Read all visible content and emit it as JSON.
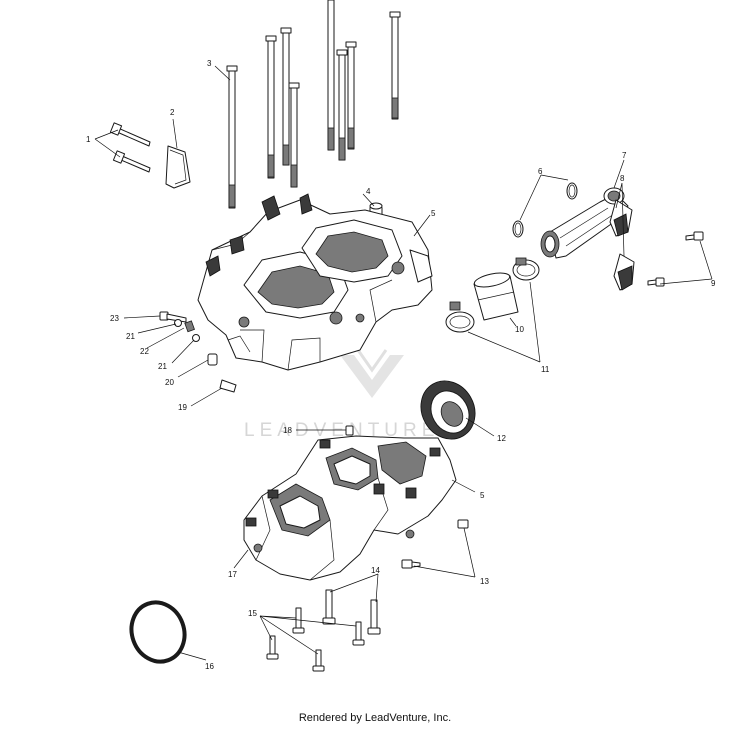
{
  "callouts": {
    "c1": "1",
    "c2": "2",
    "c3": "3",
    "c4": "4",
    "c5a": "5",
    "c5b": "5",
    "c6": "6",
    "c7": "7",
    "c8": "8",
    "c9": "9",
    "c10": "10",
    "c11": "11",
    "c12": "12",
    "c13": "13",
    "c14": "14",
    "c15": "15",
    "c16": "16",
    "c17": "17",
    "c18": "18",
    "c19": "19",
    "c20": "20",
    "c21a": "21",
    "c21b": "21",
    "c22": "22",
    "c23": "23"
  },
  "watermark": {
    "text": "LEADVENTURE"
  },
  "footer": {
    "text": "Rendered by LeadVenture, Inc."
  },
  "colors": {
    "line": "#1a1a1a",
    "watermark": "#d6d6d6",
    "shade": "#7a7a7a"
  }
}
